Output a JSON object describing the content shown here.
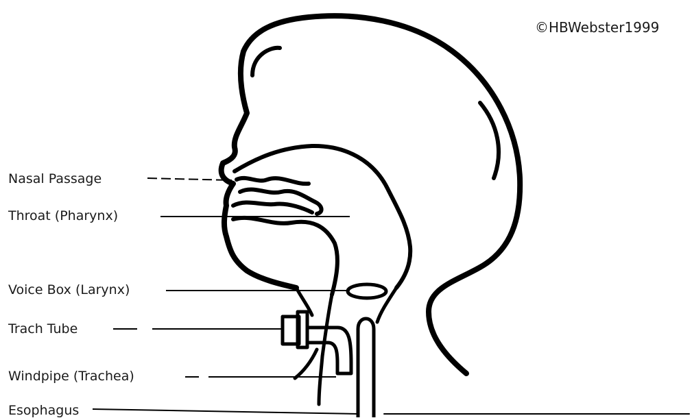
{
  "copyright": "©HBWebster1999",
  "labels": {
    "nasal_passage": "Nasal Passage",
    "throat": "Throat (Pharynx)",
    "voice_box": "Voice Box (Larynx)",
    "trach_tube": "Trach Tube",
    "windpipe": "Windpipe (Trachea)",
    "esophagus": "Esophagus"
  }
}
